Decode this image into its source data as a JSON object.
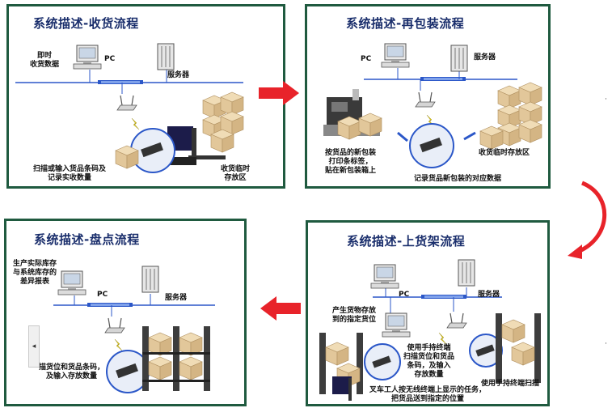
{
  "panels": {
    "receive": {
      "title": "系统描述-收货流程",
      "pc": "PC",
      "realtime": "即时\n收货数据",
      "server": "服务器",
      "scan": "扫描或输入货品条码及\n记录实收数量",
      "staging": "收货临时\n存放区"
    },
    "repack": {
      "title": "系统描述-再包装流程",
      "pc": "PC",
      "server": "服务器",
      "print": "按货品的新包装\n打印条标签，\n贴在新包装箱上",
      "staging": "收货临时存放区",
      "record": "记录货品新包装的对应数据"
    },
    "count": {
      "title": "系统描述-盘点流程",
      "diff": "生产实际库存\n与系统库存的\n差异报表",
      "pc": "PC",
      "server": "服务器",
      "scan": "描货位和货品条码，\n及输入存放数量"
    },
    "shelve": {
      "title": "系统描述-上货架流程",
      "pc": "PC",
      "server": "服务器",
      "generate": "产生货物存放\n到的指定货位",
      "handheld": "使用手持终端\n扫描货位和货品\n条码，及输入\n存放数量",
      "forklift": "叉车工人按无线终端上显示的任务，\n把货品送到指定的位置",
      "scanner": "使用手持终端扫描"
    }
  },
  "colors": {
    "frame": "#1f5a3f",
    "title": "#1a2e6c",
    "arrow": "#e8232a",
    "network": "#2b57c8",
    "box": "#e2c79a",
    "rack": "#3d3d3d",
    "forklift": "#1c1c4a"
  },
  "icons": [
    "pc-icon",
    "server-icon",
    "wireless-router-icon",
    "box-stack-icon",
    "forklift-icon",
    "scanner-icon",
    "printer-icon",
    "arrow-icon",
    "rack-icon"
  ]
}
